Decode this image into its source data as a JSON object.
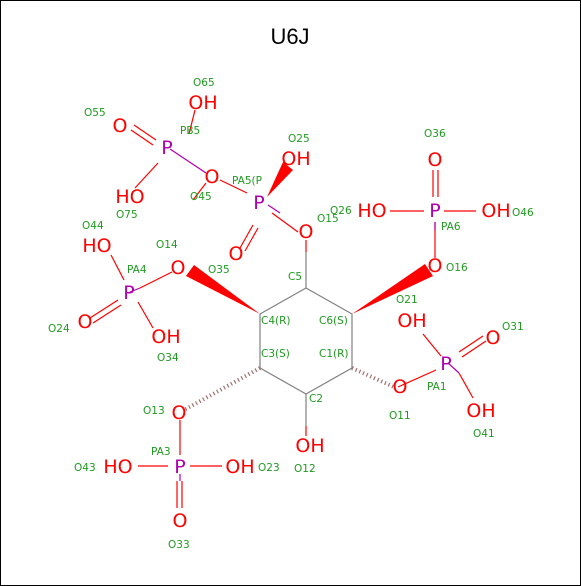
{
  "title": "U6J",
  "colors": {
    "carbon_bond": "#808080",
    "oxygen": "#ff0000",
    "phosphorus": "#b000b0",
    "label": "#1f9a1f",
    "frame": "#000000"
  },
  "atoms": {
    "p_b5": "P",
    "o55_sym": "O",
    "oh65": "OH",
    "oh75": "HO",
    "o45_sym": "O",
    "p_a5": "P",
    "oh25": "OH",
    "o35_sym": "O",
    "o15_sym": "O",
    "p_a6": "P",
    "o36_sym": "O",
    "oh26": "HO",
    "oh46": "OH",
    "o16_sym": "O",
    "p_a4": "P",
    "oh44": "HO",
    "o24_sym": "O",
    "oh34": "OH",
    "o14_sym": "O",
    "p_a1": "P",
    "oh21": "OH",
    "o31_sym": "O",
    "oh41": "OH",
    "o11_sym": "O",
    "p_a3": "P",
    "oh43": "HO",
    "oh23": "OH",
    "o33_sym": "O",
    "o13_sym": "O",
    "oh12": "OH"
  },
  "labels": {
    "o65": "O65",
    "o55": "O55",
    "pb5": "PB5",
    "o75": "O75",
    "o45": "O45",
    "o25": "O25",
    "pa5": "PA5(P",
    "o15": "O15",
    "o35": "O35",
    "o36": "O36",
    "o26": "O26",
    "pa6": "PA6",
    "o46": "O46",
    "o16": "O16",
    "o44": "O44",
    "pa4": "PA4",
    "o14": "O14",
    "o24": "O24",
    "o34": "O34",
    "c5": "C5",
    "c4": "C4(R)",
    "c6": "C6(S)",
    "c3": "C3(S)",
    "c1": "C1(R)",
    "c2": "C2",
    "o21": "O21",
    "o31": "O31",
    "pa1": "PA1",
    "o11": "O11",
    "o41": "O41",
    "o13": "O13",
    "pa3": "PA3",
    "o43": "O43",
    "o23": "O23",
    "o12": "O12",
    "o33": "O33"
  }
}
